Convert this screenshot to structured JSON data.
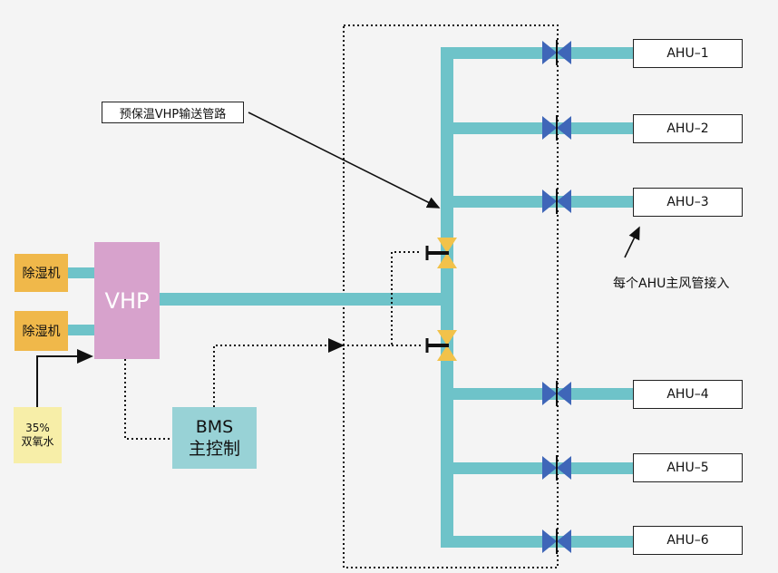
{
  "diagram": {
    "dehumidifiers": [
      {
        "label": "除湿机"
      },
      {
        "label": "除湿机"
      }
    ],
    "h2o2": {
      "line1": "35%",
      "line2": "双氧水"
    },
    "vhp_label": "VHP",
    "bms": {
      "line1": "BMS",
      "line2": "主控制"
    },
    "pipe_label": "预保温VHP输送管路",
    "ahu_note": "每个AHU主风管接入",
    "ahus": [
      {
        "label": "AHU–1"
      },
      {
        "label": "AHU–2"
      },
      {
        "label": "AHU–3"
      },
      {
        "label": "AHU–4"
      },
      {
        "label": "AHU–5"
      },
      {
        "label": "AHU–6"
      }
    ],
    "colors": {
      "pipe": "#6ec3c9",
      "valve_branch": "#3f66b8",
      "valve_main": "#f2c24a",
      "vhp": "#d7a2cc",
      "bms": "#98d2d6",
      "dehumidifier": "#f0b84a",
      "h2o2": "#f7eea8"
    }
  }
}
